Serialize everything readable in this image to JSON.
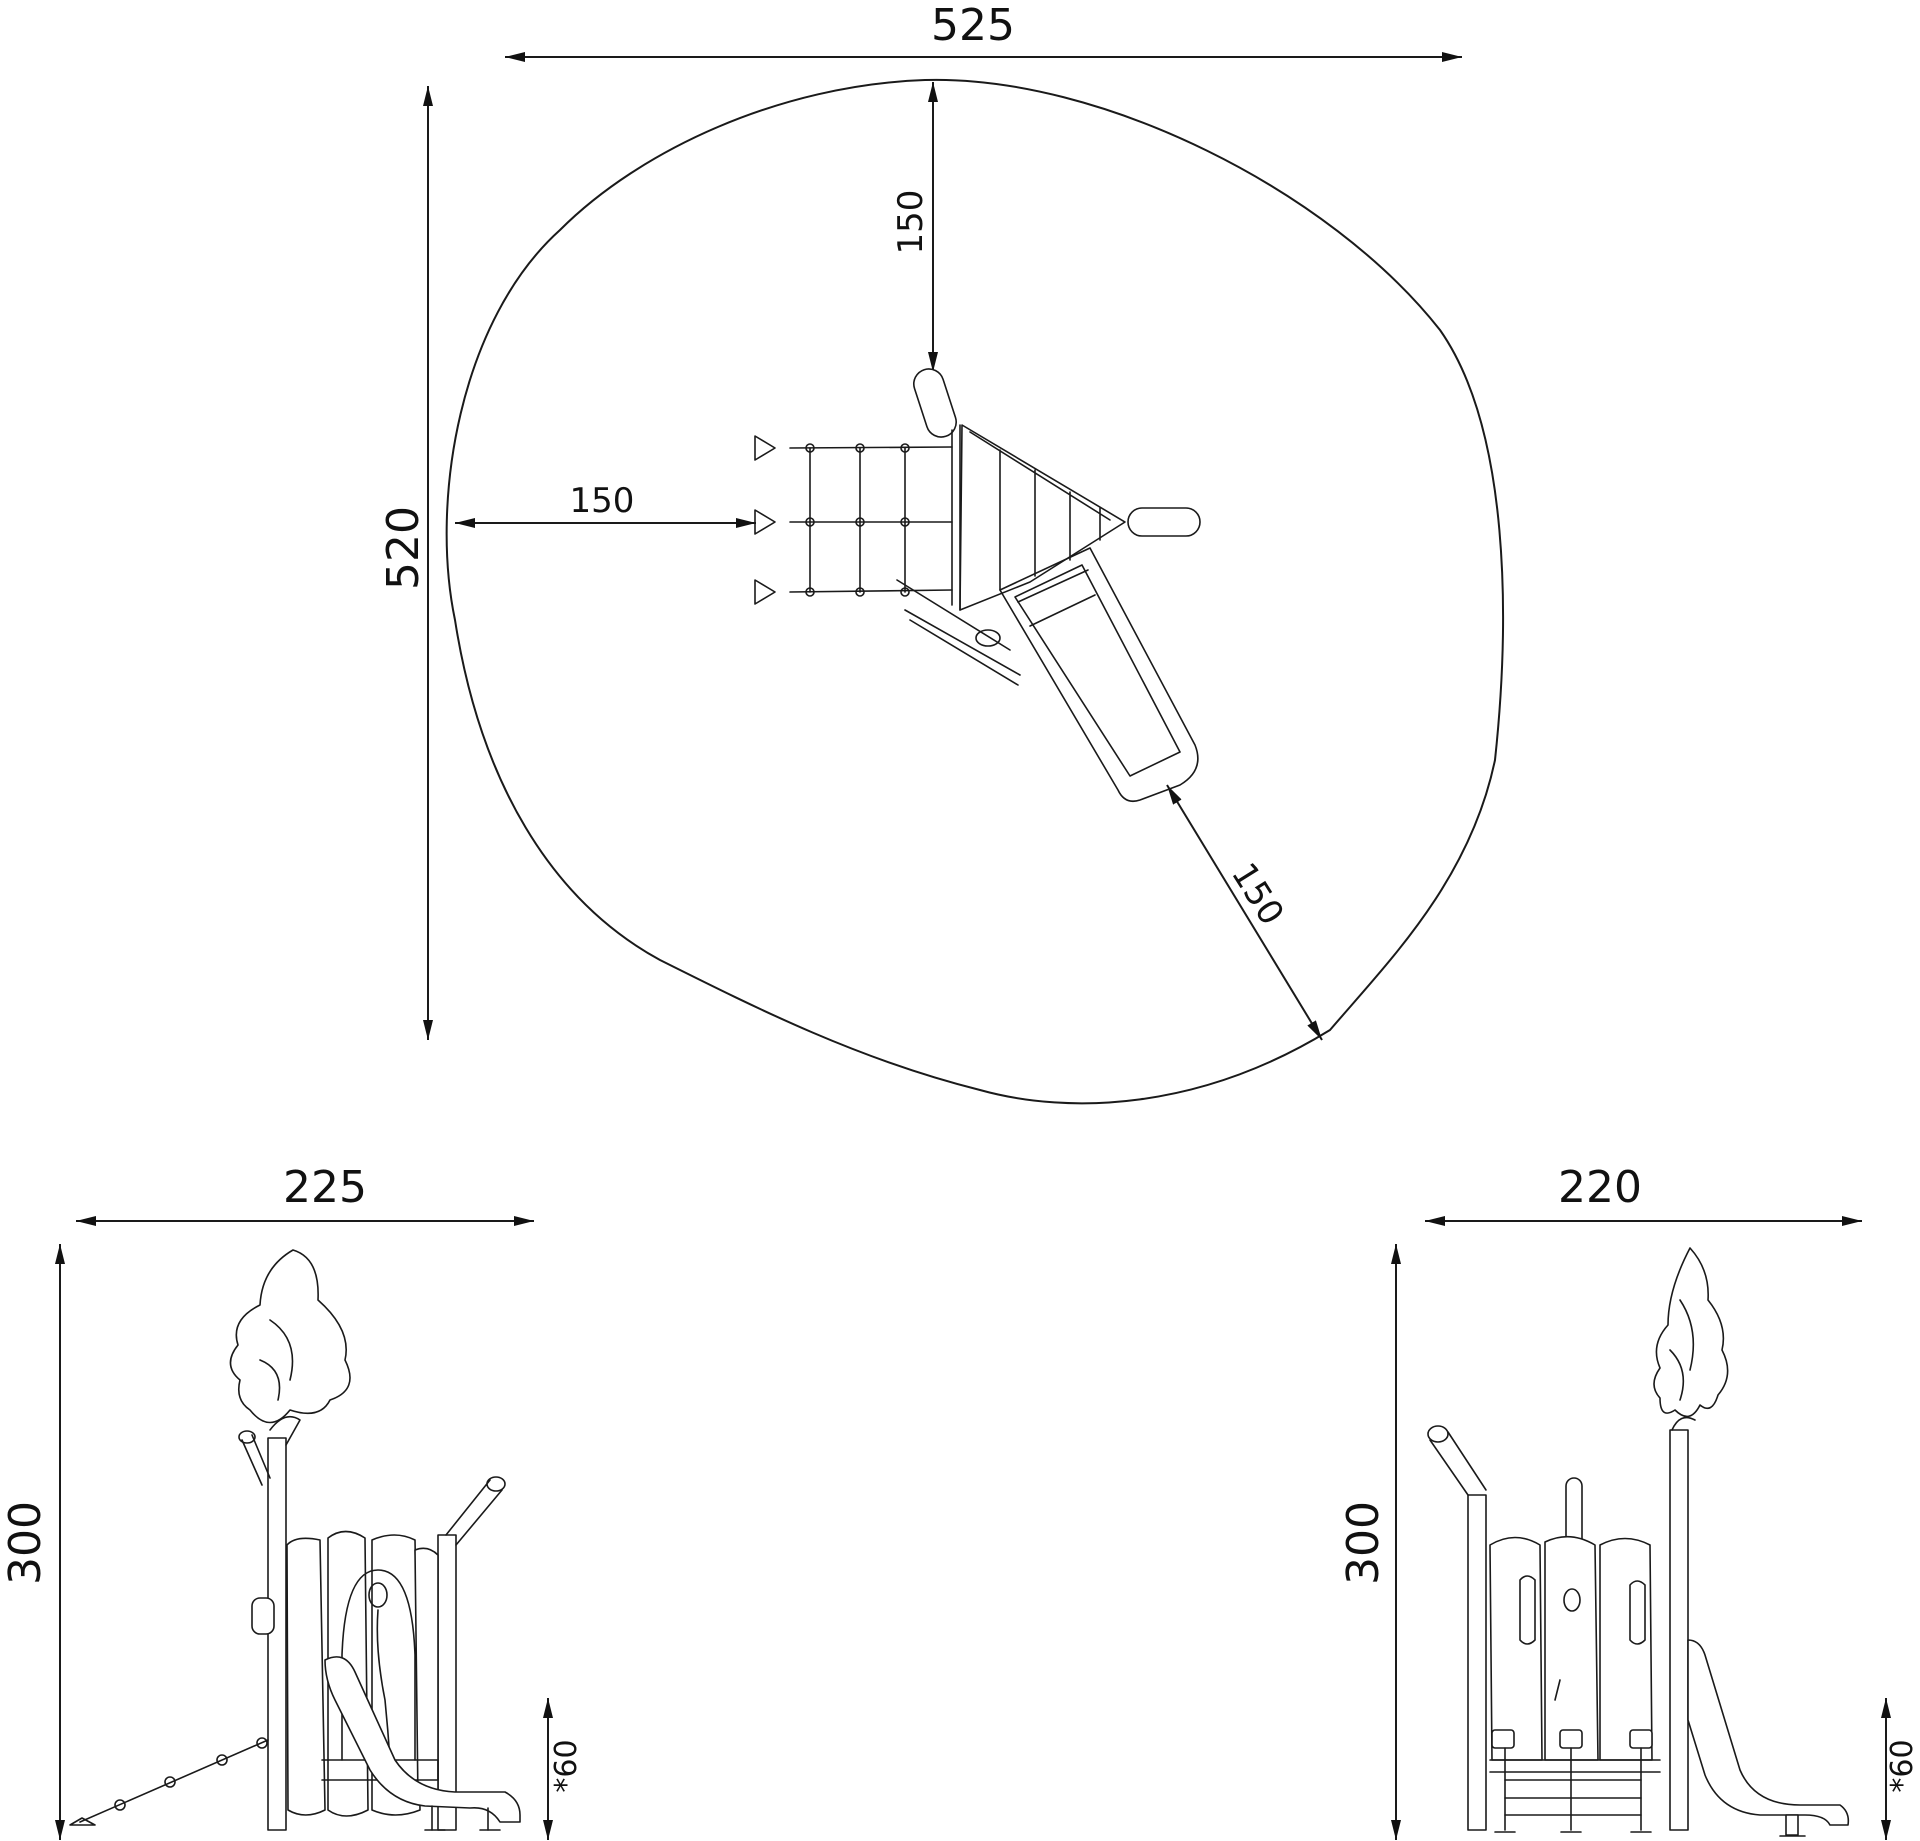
{
  "plan_view": {
    "width_label": "525",
    "height_label": "520",
    "clearance_top_label": "150",
    "clearance_left_label": "150",
    "clearance_diag_label": "150"
  },
  "side_view": {
    "width_label": "225",
    "height_label": "300",
    "depth_label": "*60"
  },
  "front_view": {
    "width_label": "220",
    "height_label": "300",
    "depth_label": "*60"
  }
}
